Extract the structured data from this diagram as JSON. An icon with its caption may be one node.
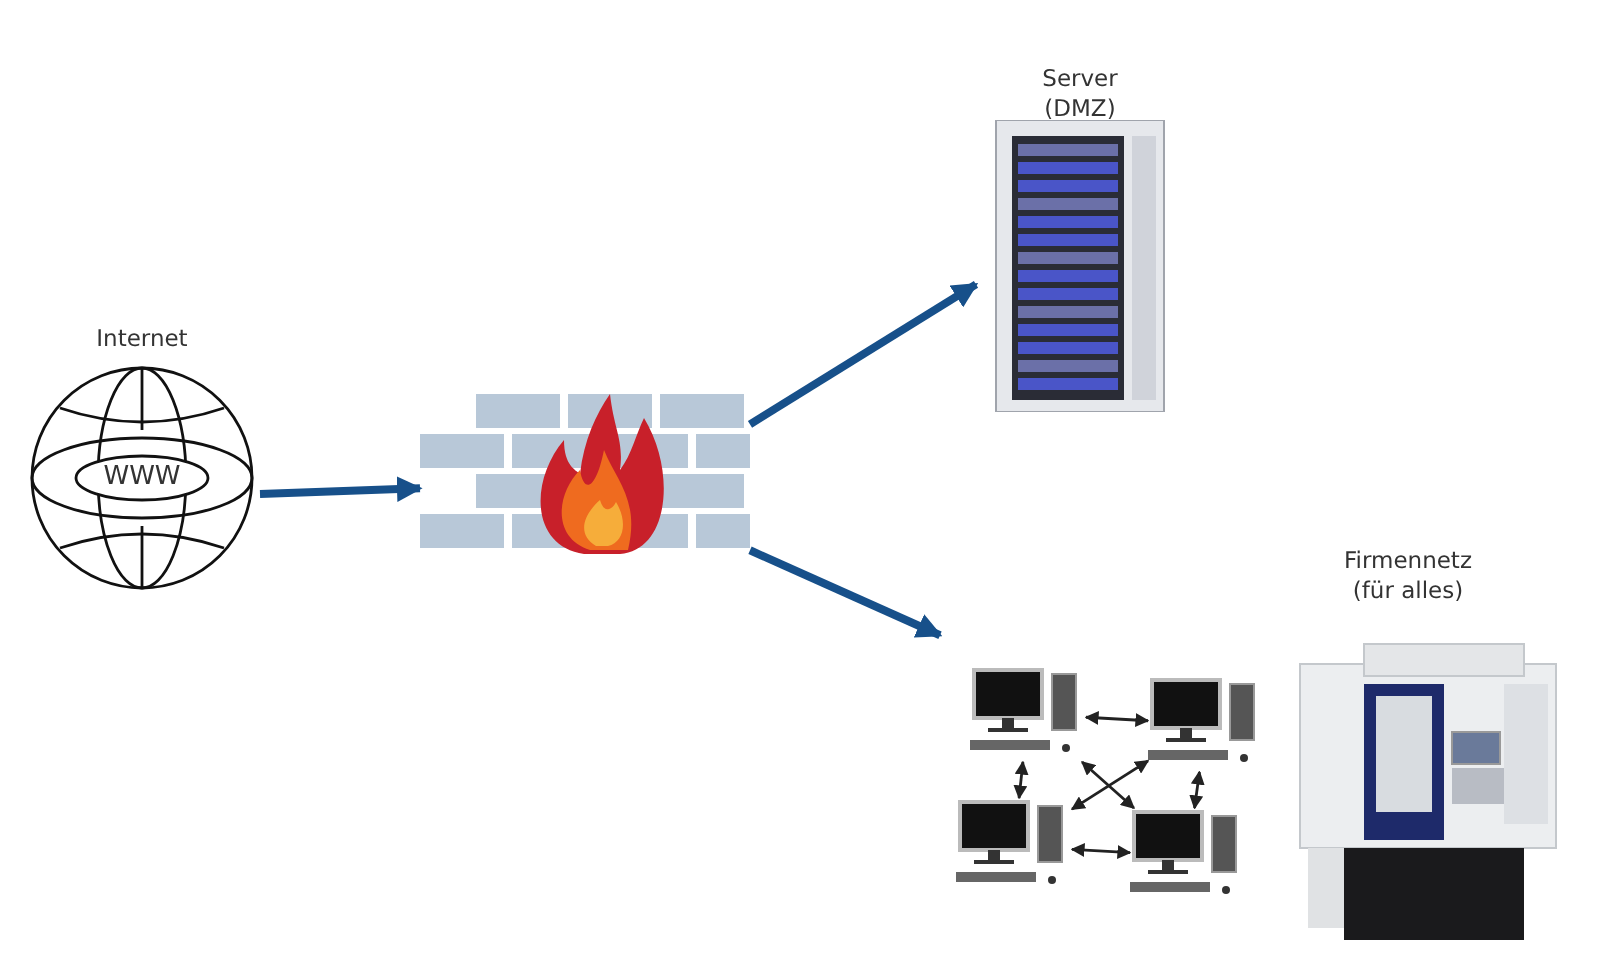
{
  "diagram": {
    "nodes": [
      {
        "text": [
          "Internet",
          "WWW"
        ]
      },
      {
        "text": [],
        "shape": "picture"
      },
      {
        "text": [
          "Server (DMZ)"
        ]
      },
      {
        "text": [
          "Firmennetz (für alles)"
        ]
      },
      {
        "text": [],
        "shape": "picture",
        "in": 3
      },
      {
        "text": [],
        "shape": "picture",
        "in": 3
      },
      {
        "text": [],
        "shape": "picture",
        "in": 3
      },
      {
        "text": [],
        "shape": "picture",
        "in": 3
      },
      {
        "text": [],
        "shape": "picture",
        "in": 3
      }
    ],
    "edges": [
      {
        "from": 0,
        "to": 1,
        "arrow": "to",
        "style": "thick",
        "color": "#17508a"
      },
      {
        "from": 1,
        "to": 2,
        "arrow": "to",
        "style": "thick",
        "color": "#17508a"
      },
      {
        "from": 1,
        "to": 3,
        "arrow": "to",
        "style": "thick",
        "color": "#17508a"
      },
      {
        "from": 4,
        "to": 5,
        "arrow": "both"
      },
      {
        "from": 4,
        "to": 6,
        "arrow": "both"
      },
      {
        "from": 5,
        "to": 7,
        "arrow": "both"
      },
      {
        "from": 6,
        "to": 7,
        "arrow": "both"
      },
      {
        "from": 4,
        "to": 7,
        "arrow": "both"
      },
      {
        "from": 5,
        "to": 6,
        "arrow": "both"
      }
    ]
  }
}
